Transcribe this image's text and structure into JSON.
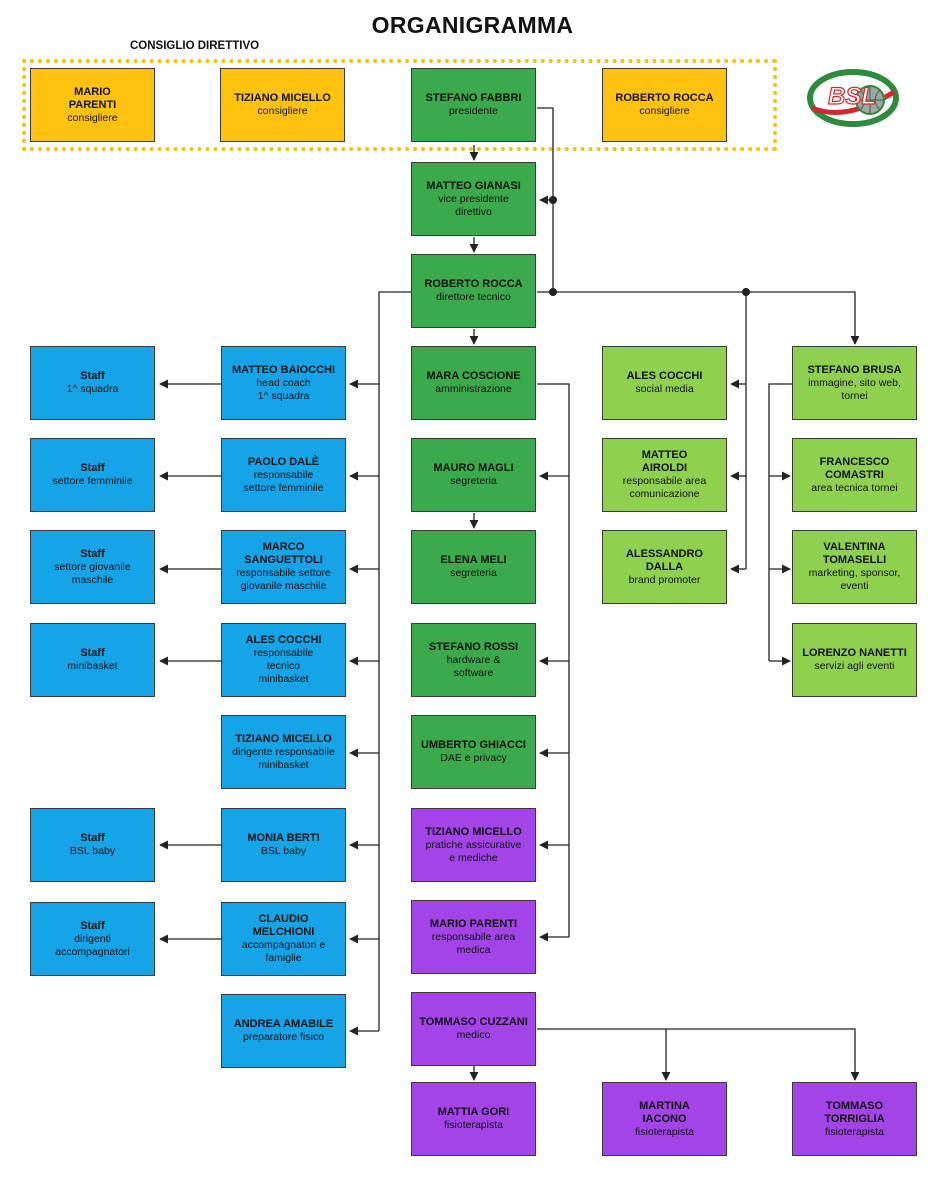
{
  "title": "ORGANIGRAMMA",
  "board_label": "CONSIGLIO DIRETTIVO",
  "logo_text": "BSL",
  "colors": {
    "yellow": "#FFC20E",
    "green": "#3BAA4C",
    "light_green": "#8FD14F",
    "blue": "#16A4E8",
    "purple": "#A244E8",
    "board_border": "#F4C20A",
    "logo_red": "#D7262D",
    "logo_green": "#2E8B3E"
  },
  "nodes": {
    "b1": {
      "name": "MARIO\nPARENTI",
      "role": "consigliere"
    },
    "b2": {
      "name": "TIZIANO MICELLO",
      "role": "consigliere"
    },
    "b3": {
      "name": "STEFANO FABBRI",
      "role": "presidente"
    },
    "b4": {
      "name": "ROBERTO ROCCA",
      "role": "consigliere"
    },
    "g1": {
      "name": "MATTEO GIANASI",
      "role": "vice presidente\ndirettivo"
    },
    "g2": {
      "name": "ROBERTO ROCCA",
      "role": "direttore tecnico"
    },
    "g3": {
      "name": "MARA COSCIONE",
      "role": "amministrazione"
    },
    "g4": {
      "name": "MAURO MAGLI",
      "role": "segreteria"
    },
    "g5": {
      "name": "ELENA MELI",
      "role": "segreteria"
    },
    "g6": {
      "name": "STEFANO ROSSI",
      "role": "hardware &\nsoftware"
    },
    "g7": {
      "name": "UMBERTO GHIACCI",
      "role": "DAE e privacy"
    },
    "p1": {
      "name": "TIZIANO MICELLO",
      "role": "pratiche assicurative\ne mediche"
    },
    "p2": {
      "name": "MARIO PARENTI",
      "role": "responsabile area\nmedica"
    },
    "p3": {
      "name": "TOMMASO CUZZANI",
      "role": "medico"
    },
    "p4": {
      "name": "MATTIA GORI",
      "role": "fisioterapista"
    },
    "p5": {
      "name": "MARTINA\nIACONO",
      "role": "fisioterapista"
    },
    "p6": {
      "name": "TOMMASO\nTORRIGLIA",
      "role": "fisioterapista"
    },
    "l1": {
      "name": "ALES COCCHI",
      "role": "social media"
    },
    "l2": {
      "name": "MATTEO\nAIROLDI",
      "role": "responsabile area\ncomunicazione"
    },
    "l3": {
      "name": "ALESSANDRO DALLA",
      "role": "brand promoter"
    },
    "l4": {
      "name": "STEFANO BRUSA",
      "role": "immagine, sito web,\ntornei"
    },
    "l5": {
      "name": "FRANCESCO\nCOMASTRI",
      "role": "area tecnica tornei"
    },
    "l6": {
      "name": "VALENTINA\nTOMASELLI",
      "role": "marketing, sponsor,\neventi"
    },
    "l7": {
      "name": "LORENZO NANETTI",
      "role": "servizi agli eventi"
    },
    "c1": {
      "name": "MATTEO BAIOCCHI",
      "role": "head coach\n1^ squadra"
    },
    "c2": {
      "name": "PAOLO DALÈ",
      "role": "responsabile\nsettore femminile"
    },
    "c3": {
      "name": "MARCO\nSANGUETTOLI",
      "role": "responsabile settore\ngiovanile maschile"
    },
    "c4": {
      "name": "ALES COCCHI",
      "role": "responsabile\ntecnico\nminibasket"
    },
    "c5": {
      "name": "TIZIANO MICELLO",
      "role": "dirigente responsabile\nminibasket"
    },
    "c6": {
      "name": "MONIA BERTI",
      "role": "BSL baby"
    },
    "c7": {
      "name": "CLAUDIO\nMELCHIONI",
      "role": "accompagnatori e\nfamiglie"
    },
    "c8": {
      "name": "ANDREA AMABILE",
      "role": "preparatore fisico"
    },
    "s1": {
      "name": "Staff",
      "role": "1^ squadra"
    },
    "s2": {
      "name": "Staff",
      "role": "settore femminile"
    },
    "s3": {
      "name": "Staff",
      "role": "settore giovanile\nmaschile"
    },
    "s4": {
      "name": "Staff",
      "role": "minibasket"
    },
    "s6": {
      "name": "Staff",
      "role": "BSL baby"
    },
    "s7": {
      "name": "Staff",
      "role": "dirigenti\naccompagnatori"
    }
  }
}
